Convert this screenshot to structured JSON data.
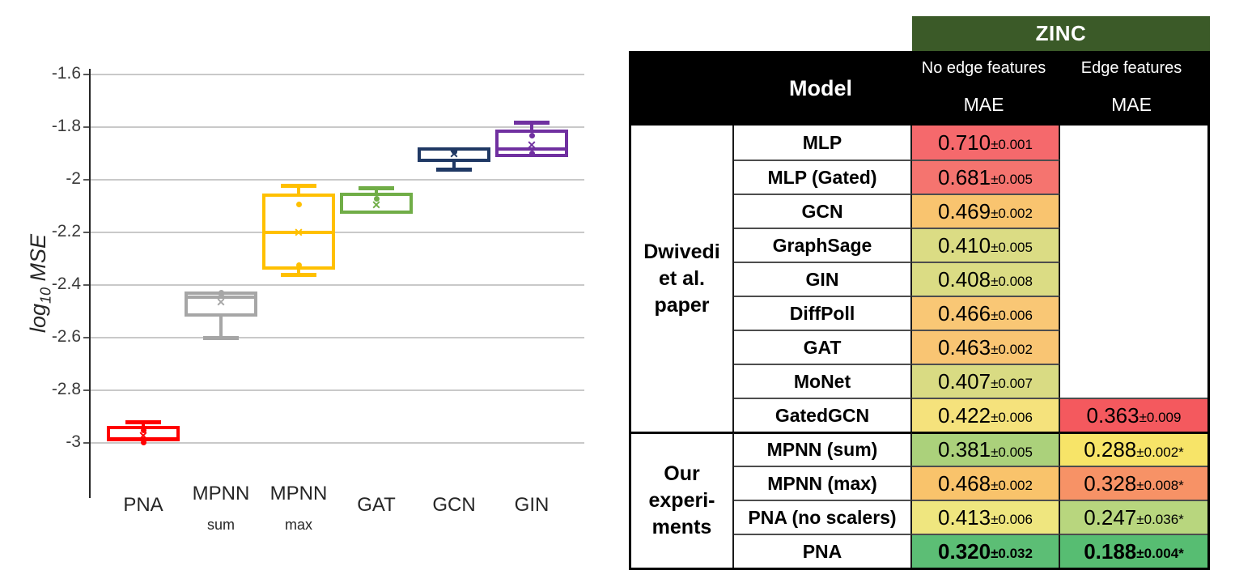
{
  "chart_data": [
    {
      "type": "box",
      "title": "",
      "ylabel": {
        "pre": "log",
        "sub": "10",
        "post": " MSE"
      },
      "yticks": [
        "-1.6",
        "-1.8",
        "-2",
        "-2.2",
        "-2.4",
        "-2.6",
        "-2.8",
        "-3"
      ],
      "ylim": [
        -3.1,
        -1.6
      ],
      "grid": true,
      "legend": "none",
      "categories": [
        {
          "label": "PNA",
          "sublabel": ""
        },
        {
          "label": "MPNN",
          "sublabel": "sum"
        },
        {
          "label": "MPNN",
          "sublabel": "max"
        },
        {
          "label": "GAT",
          "sublabel": ""
        },
        {
          "label": "GCN",
          "sublabel": ""
        },
        {
          "label": "GIN",
          "sublabel": ""
        }
      ],
      "series": [
        {
          "name": "PNA",
          "color": "#FF0000",
          "q1": -2.995,
          "median": -2.985,
          "q3": -2.935,
          "whisker_low": null,
          "whisker_high": -2.923,
          "mean": -2.972,
          "points": [
            -2.952,
            -2.998
          ]
        },
        {
          "name": "MPNN sum",
          "color": "#A6A6A6",
          "q1": -2.52,
          "median": -2.445,
          "q3": -2.425,
          "whisker_low": -2.602,
          "whisker_high": null,
          "mean": -2.466,
          "points": [
            -2.428,
            -2.442
          ]
        },
        {
          "name": "MPNN max",
          "color": "#FFC000",
          "q1": -2.342,
          "median": -2.2,
          "q3": -2.053,
          "whisker_low": -2.362,
          "whisker_high": -2.023,
          "mean": -2.2,
          "points": [
            -2.095,
            -2.325
          ]
        },
        {
          "name": "GAT",
          "color": "#70AD47",
          "q1": -2.13,
          "median": -2.124,
          "q3": -2.05,
          "whisker_low": null,
          "whisker_high": -2.033,
          "mean": -2.095,
          "points": [
            -2.072
          ]
        },
        {
          "name": "GCN",
          "color": "#1F3864",
          "q1": -1.933,
          "median": -1.883,
          "q3": -1.876,
          "whisker_low": -1.96,
          "whisker_high": null,
          "mean": -1.9,
          "points": [
            -1.895
          ]
        },
        {
          "name": "GIN",
          "color": "#7030A0",
          "q1": -1.913,
          "median": -1.884,
          "q3": -1.81,
          "whisker_low": null,
          "whisker_high": -1.782,
          "mean": -1.868,
          "points": [
            -1.833,
            -1.9
          ]
        }
      ]
    },
    {
      "type": "table",
      "title": "ZINC",
      "title_bg": "#3B5A28",
      "header": {
        "model": "Model",
        "col1_title": "No edge features",
        "col1_metric": "MAE",
        "col2_title": "Edge features",
        "col2_metric": "MAE"
      },
      "groups": [
        {
          "label_lines": [
            "Dwivedi",
            "et al.",
            "paper"
          ],
          "rows": [
            {
              "model": "MLP",
              "v1": "0.710",
              "e1": "±0.001",
              "c1": "#F5696C",
              "v2": "",
              "e2": "",
              "c2": "",
              "bold": false
            },
            {
              "model": "MLP (Gated)",
              "v1": "0.681",
              "e1": "±0.005",
              "c1": "#F5746F",
              "v2": "",
              "e2": "",
              "c2": "",
              "bold": false
            },
            {
              "model": "GCN",
              "v1": "0.469",
              "e1": "±0.002",
              "c1": "#F9C46F",
              "v2": "",
              "e2": "",
              "c2": "",
              "bold": false
            },
            {
              "model": "GraphSage",
              "v1": "0.410",
              "e1": "±0.005",
              "c1": "#DBDC84",
              "v2": "",
              "e2": "",
              "c2": "",
              "bold": false
            },
            {
              "model": "GIN",
              "v1": "0.408",
              "e1": "±0.008",
              "c1": "#DBDC84",
              "v2": "",
              "e2": "",
              "c2": "",
              "bold": false
            },
            {
              "model": "DiffPoll",
              "v1": "0.466",
              "e1": "±0.006",
              "c1": "#F9C775",
              "v2": "",
              "e2": "",
              "c2": "",
              "bold": false
            },
            {
              "model": "GAT",
              "v1": "0.463",
              "e1": "±0.002",
              "c1": "#F9C573",
              "v2": "",
              "e2": "",
              "c2": "",
              "bold": false
            },
            {
              "model": "MoNet",
              "v1": "0.407",
              "e1": "±0.007",
              "c1": "#D9DB83",
              "v2": "",
              "e2": "",
              "c2": "",
              "bold": false
            },
            {
              "model": "GatedGCN",
              "v1": "0.422",
              "e1": "±0.006",
              "c1": "#F5E27C",
              "v2": "0.363",
              "e2": "±0.009",
              "c2": "#F4595E",
              "bold": false
            }
          ]
        },
        {
          "label_lines": [
            "Our",
            "experi-",
            "ments"
          ],
          "rows": [
            {
              "model": "MPNN (sum)",
              "v1": "0.381",
              "e1": "±0.005",
              "c1": "#ABD17B",
              "v2": "0.288",
              "e2": "±0.002*",
              "c2": "#F7E468",
              "bold": false
            },
            {
              "model": "MPNN (max)",
              "v1": "0.468",
              "e1": "±0.002",
              "c1": "#F9C36B",
              "v2": "0.328",
              "e2": "±0.008*",
              "c2": "#F79266",
              "bold": false
            },
            {
              "model": "PNA (no scalers)",
              "v1": "0.413",
              "e1": "±0.006",
              "c1": "#EFE67F",
              "v2": "0.247",
              "e2": "±0.036*",
              "c2": "#B8D67E",
              "bold": false
            },
            {
              "model": "PNA",
              "v1": "0.320",
              "e1": "±0.032",
              "c1": "#5CBE75",
              "v2": "0.188",
              "e2": "±0.004*",
              "c2": "#57BD72",
              "bold": true
            }
          ]
        }
      ]
    }
  ]
}
